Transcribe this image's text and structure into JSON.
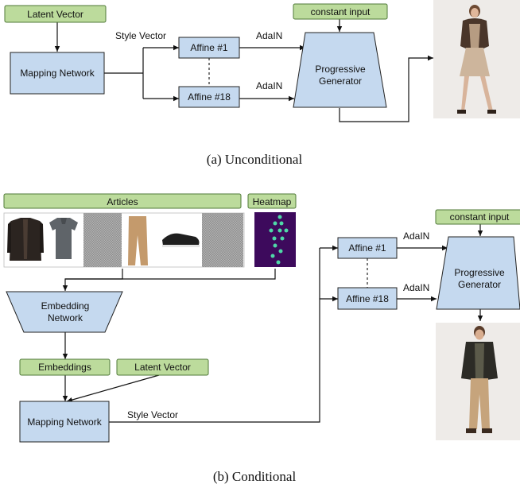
{
  "colors": {
    "box_fill": "#c5d9ef",
    "box_stroke": "#222222",
    "tag_fill": "#bcdb9c",
    "tag_stroke": "#4f7a37",
    "heatmap_bg": "#3d0a5c",
    "heatmap_dot": "#4fd8a8",
    "swatch_grey": "#9a9a9a"
  },
  "top": {
    "latent_vector": "Latent Vector",
    "mapping_network": "Mapping Network",
    "style_vector": "Style Vector",
    "affine_1": "Affine #1",
    "affine_18": "Affine #18",
    "adain_1": "AdaIN",
    "adain_2": "AdaIN",
    "constant_input": "constant input",
    "generator_line1": "Progressive",
    "generator_line2": "Generator",
    "caption": "(a) Unconditional"
  },
  "bottom": {
    "articles": "Articles",
    "heatmap": "Heatmap",
    "embedding_line1": "Embedding",
    "embedding_line2": "Network",
    "embeddings": "Embeddings",
    "latent_vector": "Latent Vector",
    "mapping_network": "Mapping Network",
    "style_vector": "Style Vector",
    "affine_1": "Affine #1",
    "affine_18": "Affine #18",
    "adain_1": "AdaIN",
    "adain_2": "AdaIN",
    "constant_input": "constant input",
    "generator_line1": "Progressive",
    "generator_line2": "Generator",
    "caption": "(b) Conditional"
  }
}
